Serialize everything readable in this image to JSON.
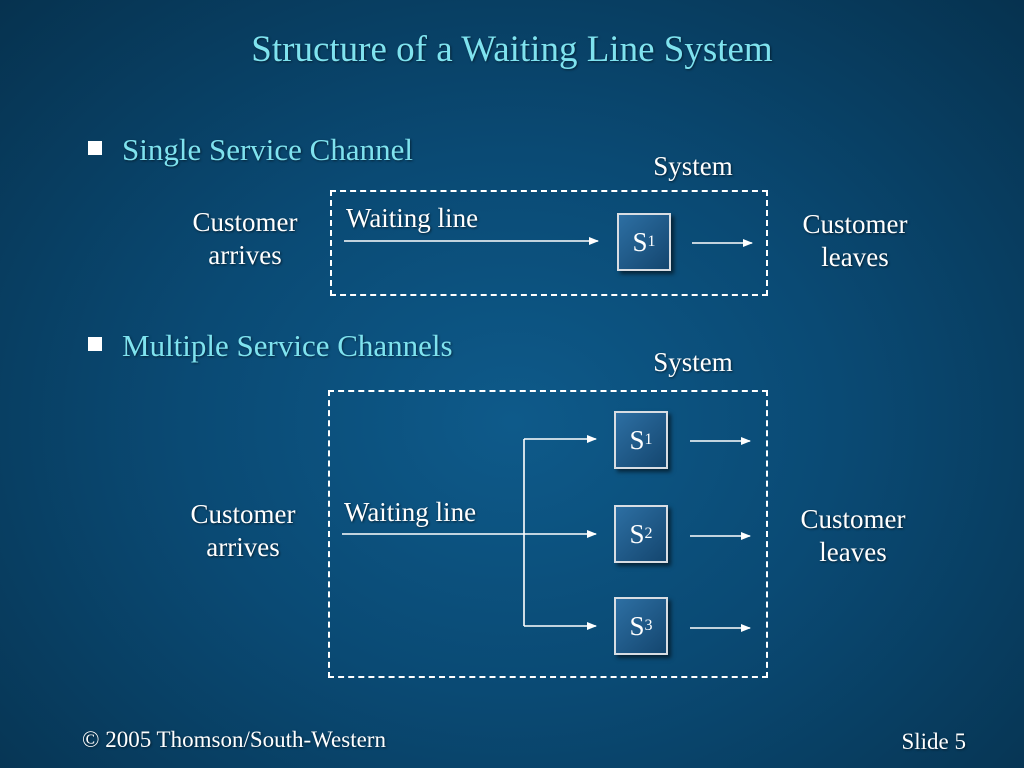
{
  "slide": {
    "title": "Structure of a Waiting Line System",
    "footer_left": "© 2005  Thomson/South-Western",
    "footer_right": "Slide 5"
  },
  "single": {
    "heading": "Single Service Channel",
    "system_label": "System",
    "arrives_line1": "Customer",
    "arrives_line2": "arrives",
    "waiting_line": "Waiting line",
    "leaves_line1": "Customer",
    "leaves_line2": "leaves",
    "servers": [
      {
        "letter": "S",
        "sub": "1"
      }
    ]
  },
  "multiple": {
    "heading": "Multiple Service Channels",
    "system_label": "System",
    "arrives_line1": "Customer",
    "arrives_line2": "arrives",
    "waiting_line": "Waiting line",
    "leaves_line1": "Customer",
    "leaves_line2": "leaves",
    "servers": [
      {
        "letter": "S",
        "sub": "1"
      },
      {
        "letter": "S",
        "sub": "2"
      },
      {
        "letter": "S",
        "sub": "3"
      }
    ]
  },
  "colors": {
    "heading": "#7fe3ef",
    "background": "#0a4a74",
    "line": "#ffffff"
  }
}
